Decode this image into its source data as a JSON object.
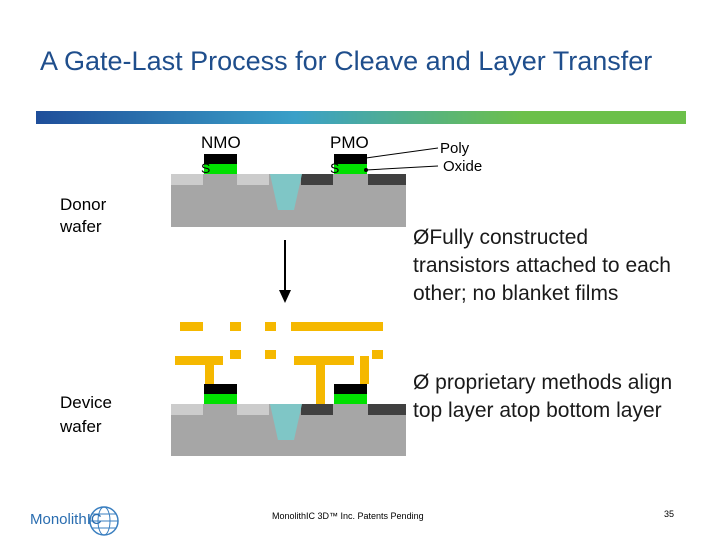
{
  "title": "A Gate-Last Process for Cleave and Layer Transfer",
  "labels": {
    "nmos": "NMO",
    "pmos": "PMO",
    "s_left": "S",
    "s_right": "S",
    "poly": "Poly",
    "oxide": "Oxide",
    "donor": "Donor\nwafer",
    "device": "Device\nwafer"
  },
  "bullets": {
    "b1": "ØFully constructed transistors attached to each other; no blanket films",
    "b2": "Ø proprietary methods align top layer atop bottom layer"
  },
  "footer": {
    "logo": "MonolithIC",
    "center": "MonolithIC 3D™ Inc. Patents Pending",
    "page": "35"
  },
  "colors": {
    "title": "#1f4e8c",
    "substrate": "#a6a6a6",
    "well": "#7fc6c6",
    "gate_green": "#00e000",
    "gate_black": "#000000",
    "wire_yellow": "#f5b800",
    "dark_region": "#404040",
    "light_region": "#cccccc"
  }
}
